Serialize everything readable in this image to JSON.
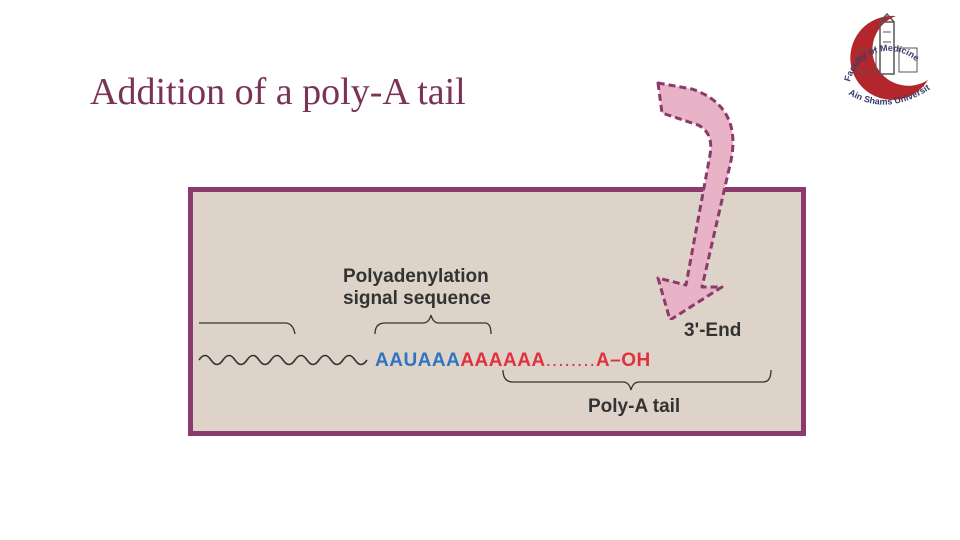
{
  "slide": {
    "title": "Addition of a poly-A tail"
  },
  "logo": {
    "arc_text": "Faculty of Medicine",
    "bottom_text": "Ain Shams University"
  },
  "figure": {
    "signal_label_line1": "Polyadenylation",
    "signal_label_line2": "signal sequence",
    "three_prime_label": "3'-End",
    "signal_sequence": "AAUAAA",
    "poly_a_run": "AAAAAA",
    "gap_dots": "........",
    "terminal_a": "A",
    "terminal_oh": "OH",
    "tail_label": "Poly-A tail"
  },
  "colors": {
    "title": "#7b3257",
    "frame_border": "#8a3a6b",
    "figure_bg": "#ddd3c9",
    "signal_blue": "#2f74c2",
    "poly_a_red": "#e0313f",
    "arrow_fill": "#e8b3c6",
    "arrow_stroke": "#8a3a6b"
  }
}
